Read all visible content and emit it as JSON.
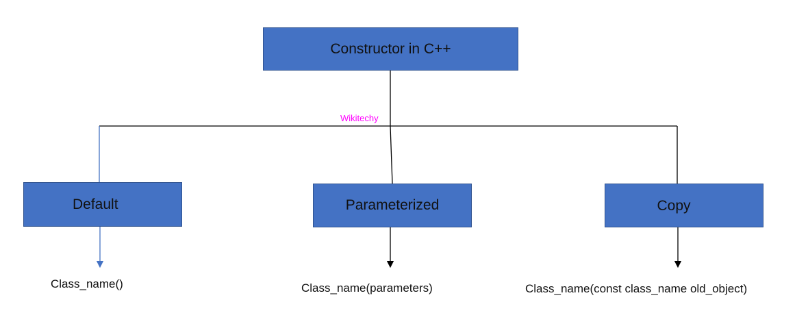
{
  "root": {
    "label": "Constructor in C++"
  },
  "types": [
    {
      "label": "Default",
      "syntax": "Class_name()"
    },
    {
      "label": "Parameterized",
      "syntax": "Class_name(parameters)"
    },
    {
      "label": "Copy",
      "syntax": "Class_name(const class_name old_object)"
    }
  ],
  "watermark": "Wikitechy",
  "colors": {
    "box_fill": "#4472C4",
    "box_border": "#2F528F",
    "default_connector": "#4472C4",
    "connector": "#000000",
    "watermark": "#FF00FF"
  }
}
